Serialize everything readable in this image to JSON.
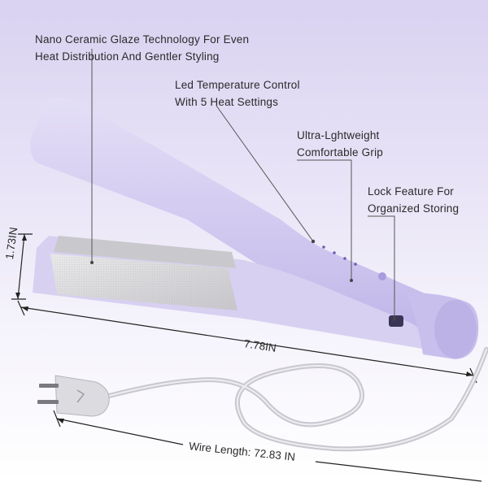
{
  "product": {
    "name": "ceramic hair crimper / wave iron",
    "body_color": "#cfc6ef",
    "accent_color": "#b8aee6"
  },
  "features": [
    {
      "lines": [
        "Nano Ceramic Glaze Technology For Even",
        "Heat Distribution And Gentler Styling"
      ]
    },
    {
      "lines": [
        "Led Temperature Control",
        "With 5 Heat Settings"
      ]
    },
    {
      "lines": [
        "Ultra-Lghtweight",
        "Comfortable Grip"
      ]
    },
    {
      "lines": [
        "Lock Feature For",
        "Organized Storing"
      ]
    }
  ],
  "dimensions": {
    "plate_width": "1.73IN",
    "length": "7.78IN",
    "wire_length": "Wire Length: 72.83 IN"
  },
  "icons": [
    "plug-icon",
    "power-cord-icon",
    "dimension-arrow-icon"
  ]
}
